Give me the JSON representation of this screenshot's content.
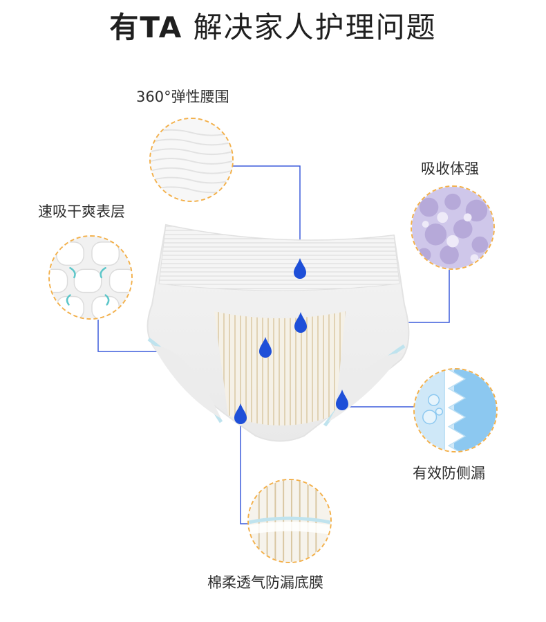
{
  "headline": {
    "brand": "有TA",
    "tagline": "解决家人护理问题"
  },
  "features": {
    "waist": "360°弹性腰围",
    "absorb": "吸收体强",
    "surface": "速吸干爽表层",
    "leak": "有效防侧漏",
    "film": "棉柔透气防漏底膜"
  },
  "colors": {
    "connector": "#3b5bdb",
    "drop": "#1e4fd8",
    "circle_border": "#f3b04a",
    "absorb_purple": "#b6a9d9",
    "surface_cyan": "#5cc6c9",
    "leak_blue": "#8cc8f0"
  }
}
